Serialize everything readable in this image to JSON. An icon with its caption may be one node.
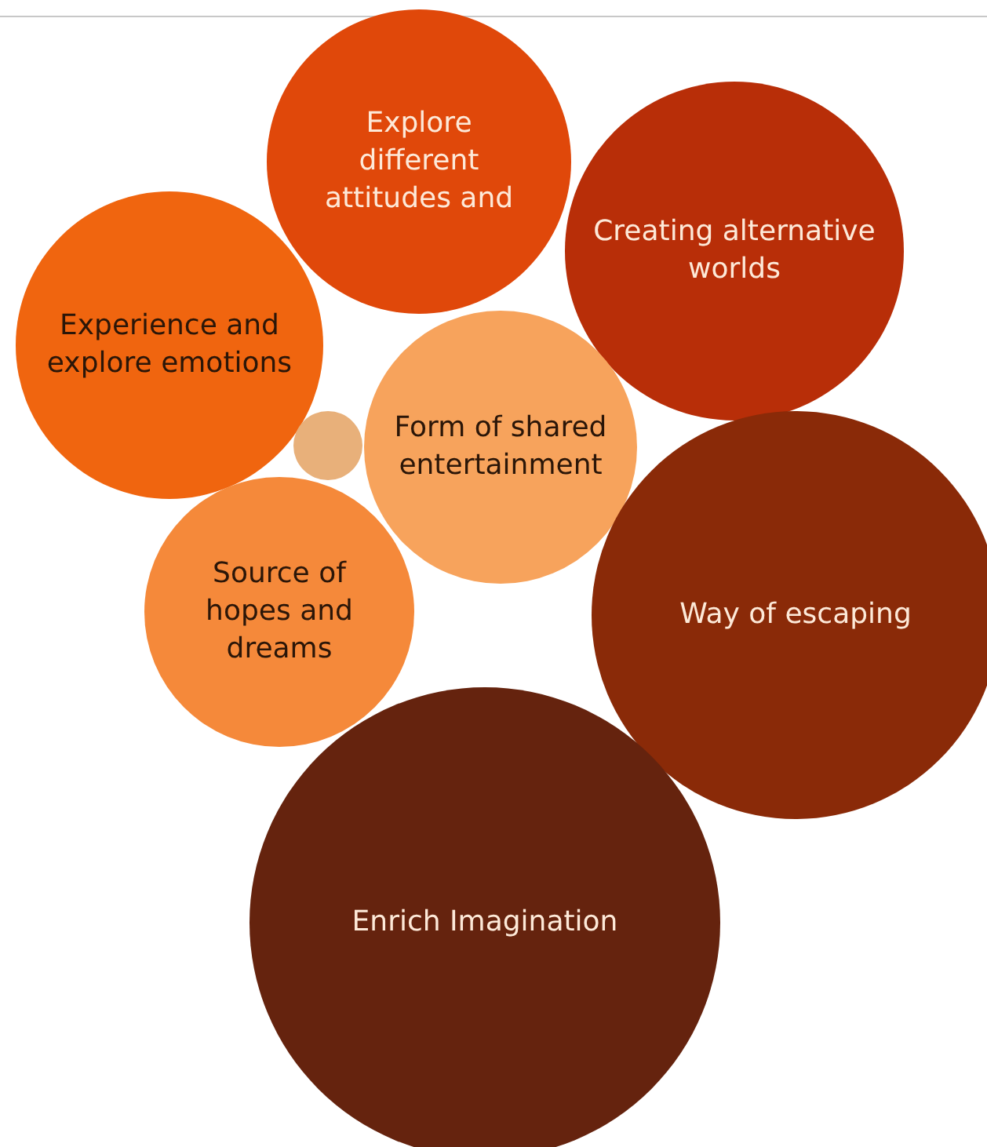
{
  "diagram": {
    "nodes": [
      {
        "text": [
          "Explore different attitudes and"
        ]
      },
      {
        "text": [
          "Creating alternative worlds"
        ]
      },
      {
        "text": [
          "Experience and explore emotions"
        ]
      },
      {
        "text": [],
        "shape": "circle"
      },
      {
        "text": [
          "Form of shared entertainment"
        ]
      },
      {
        "text": [
          "Source of hopes and dreams"
        ]
      },
      {
        "text": [
          "Way of escaping"
        ]
      },
      {
        "text": [
          "Enrich Imagination"
        ]
      }
    ]
  }
}
